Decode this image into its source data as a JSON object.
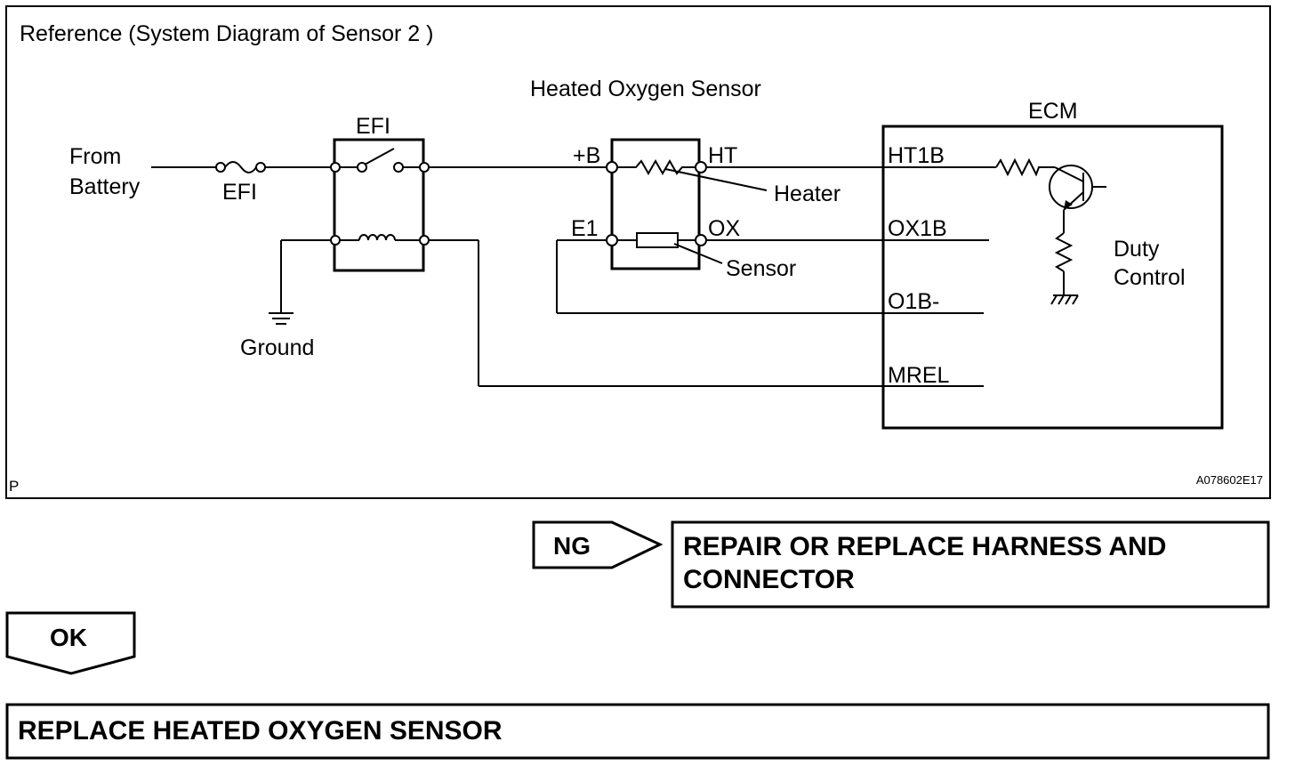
{
  "diagram": {
    "title": "Reference (System Diagram of Sensor 2 )",
    "page_marker": "P",
    "figure_code": "A078602E17",
    "labels": {
      "from_battery": [
        "From",
        "Battery"
      ],
      "fuse": "EFI",
      "relay": "EFI",
      "ground": "Ground",
      "sensor_title": "Heated Oxygen Sensor",
      "plus_b": "+B",
      "ht": "HT",
      "e1": "E1",
      "ox": "OX",
      "heater": "Heater",
      "sensor": "Sensor",
      "ecm": "ECM",
      "ht1b": "HT1B",
      "ox1b": "OX1B",
      "o1b_minus": "O1B-",
      "mrel": "MREL",
      "duty_control": [
        "Duty",
        "Control"
      ]
    }
  },
  "flow": {
    "ng_label": "NG",
    "ng_action": [
      "REPAIR OR REPLACE HARNESS AND",
      "CONNECTOR"
    ],
    "ok_label": "OK",
    "ok_action": "REPLACE HEATED OXYGEN SENSOR"
  }
}
